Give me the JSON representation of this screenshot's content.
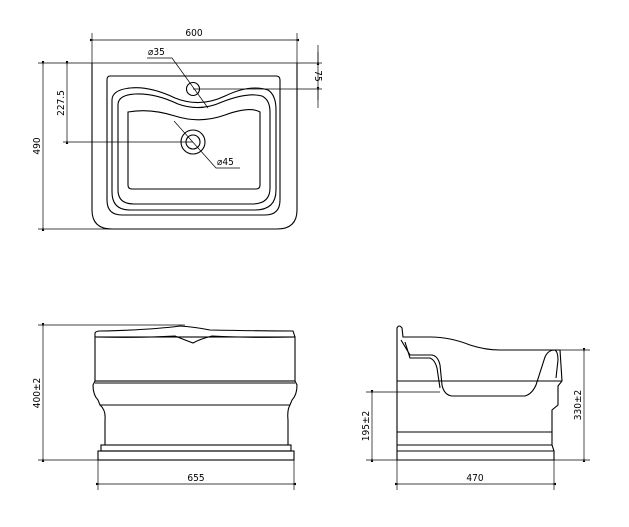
{
  "top_view": {
    "width_label": "600",
    "tap_hole_label": "⌀35",
    "tap_offset_label": "75",
    "drain_offset_label": "227.5",
    "depth_label": "490",
    "drain_label": "⌀45"
  },
  "front_view": {
    "height_label": "400±2",
    "width_label": "655"
  },
  "side_view": {
    "drain_height_label": "195±2",
    "rim_height_label": "330±2",
    "depth_label": "470"
  }
}
